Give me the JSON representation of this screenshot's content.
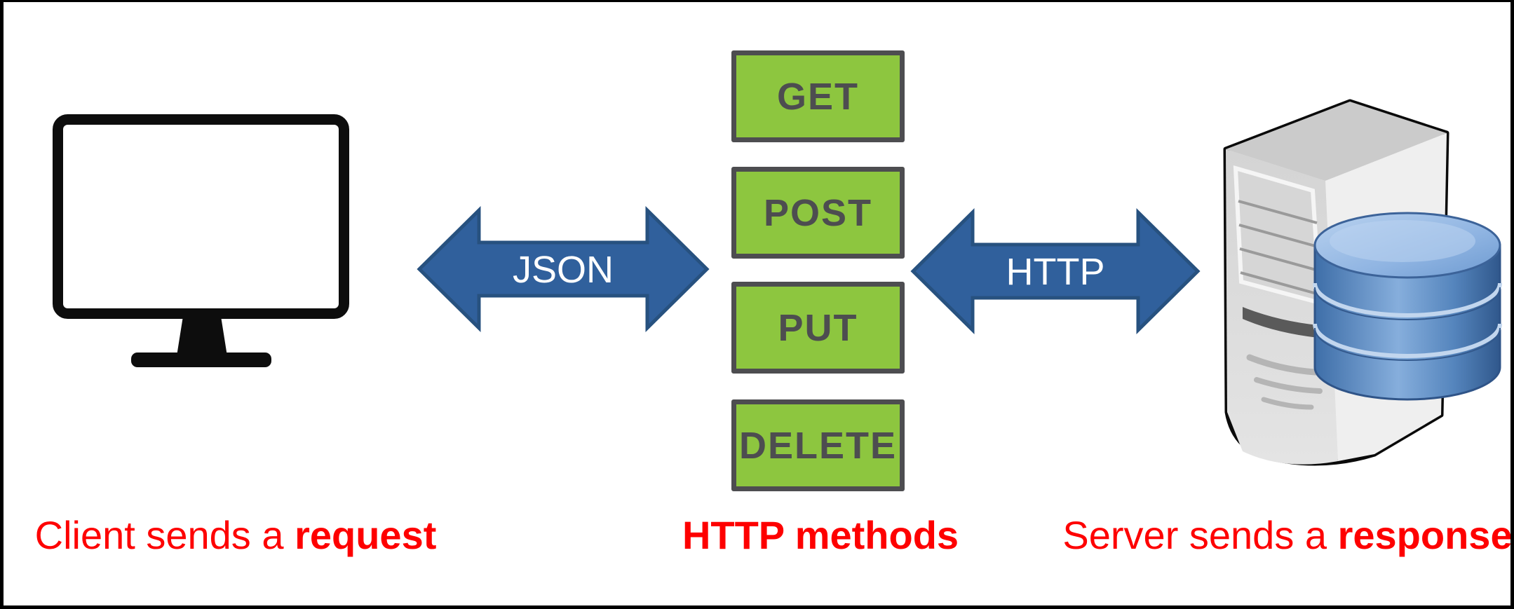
{
  "captions": {
    "client_prefix": "Client sends a ",
    "client_bold": "request",
    "methods_title": "HTTP methods",
    "server_prefix": "Server sends a ",
    "server_bold": "response"
  },
  "arrows": {
    "left_label": "JSON",
    "right_label": "HTTP"
  },
  "methods": [
    "GET",
    "POST",
    "PUT",
    "DELETE"
  ],
  "colors": {
    "method_fill": "#8dc63f",
    "method_border": "#4d4d50",
    "method_text": "#4d4d50",
    "arrow_fill": "#30609c",
    "arrow_border": "#27517f",
    "arrow_text": "#ffffff",
    "caption_red": "#fe0000",
    "icon_black": "#0d0d0d"
  }
}
